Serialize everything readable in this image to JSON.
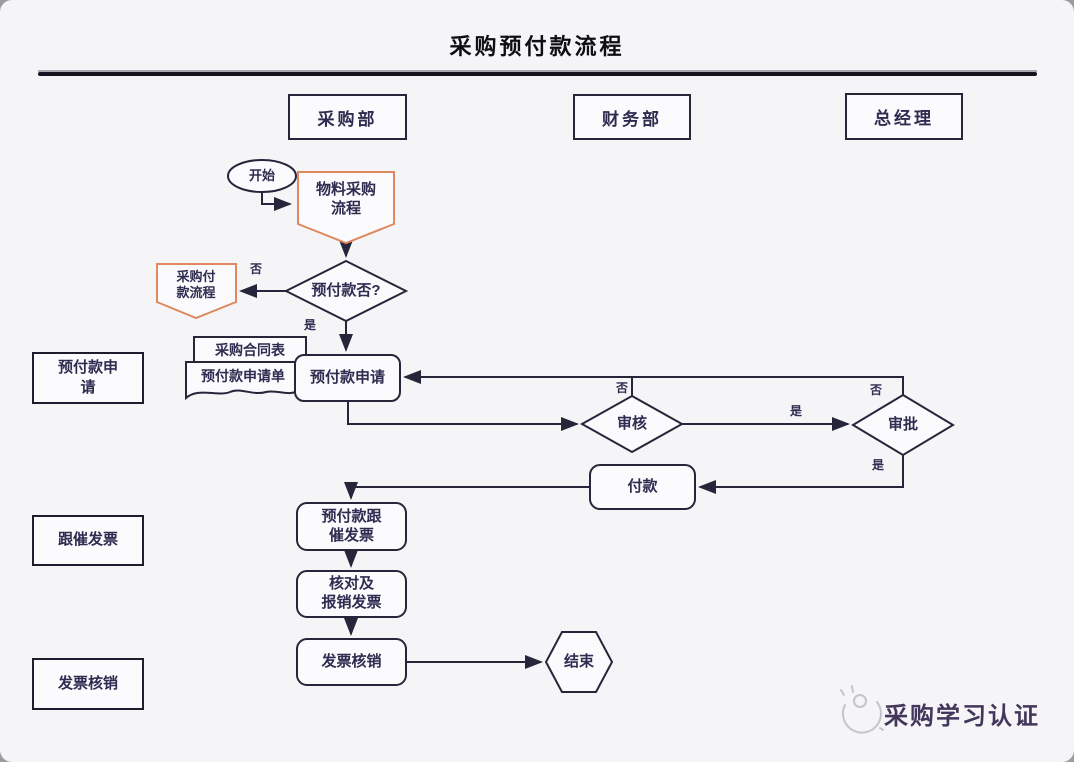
{
  "title": "采购预付款流程",
  "headers": {
    "purchasing": "采购部",
    "finance": "财务部",
    "general_manager": "总经理"
  },
  "lanes": {
    "prepay_apply": "预付款申\n请",
    "follow_invoice": "跟催发票",
    "invoice_writeoff": "发票核销"
  },
  "nodes": {
    "start": "开始",
    "material_process": "物料采购\n流程",
    "prepay_decision": "预付款否?",
    "purchase_payment_process": "采购付\n款流程",
    "contract_doc": "采购合同表",
    "prepay_application_doc": "预付款申请单",
    "prepay_application": "预付款申请",
    "review": "审核",
    "approve": "审批",
    "pay": "付款",
    "prepay_follow_invoice": "预付款跟\n催发票",
    "check_reimburse_invoice": "核对及\n报销发票",
    "invoice_writeoff": "发票核销",
    "end": "结束"
  },
  "edge_labels": {
    "decision_no": "否",
    "decision_yes": "是",
    "review_no": "否",
    "review_yes": "是",
    "approve_no": "否",
    "approve_yes": "是"
  },
  "watermark": "采购学习认证",
  "colors": {
    "line": "#26263a",
    "accent_orange": "#e0885f",
    "node_text": "#2e2c50",
    "background": "#f5f5f8",
    "watermark_text": "#43365c"
  }
}
